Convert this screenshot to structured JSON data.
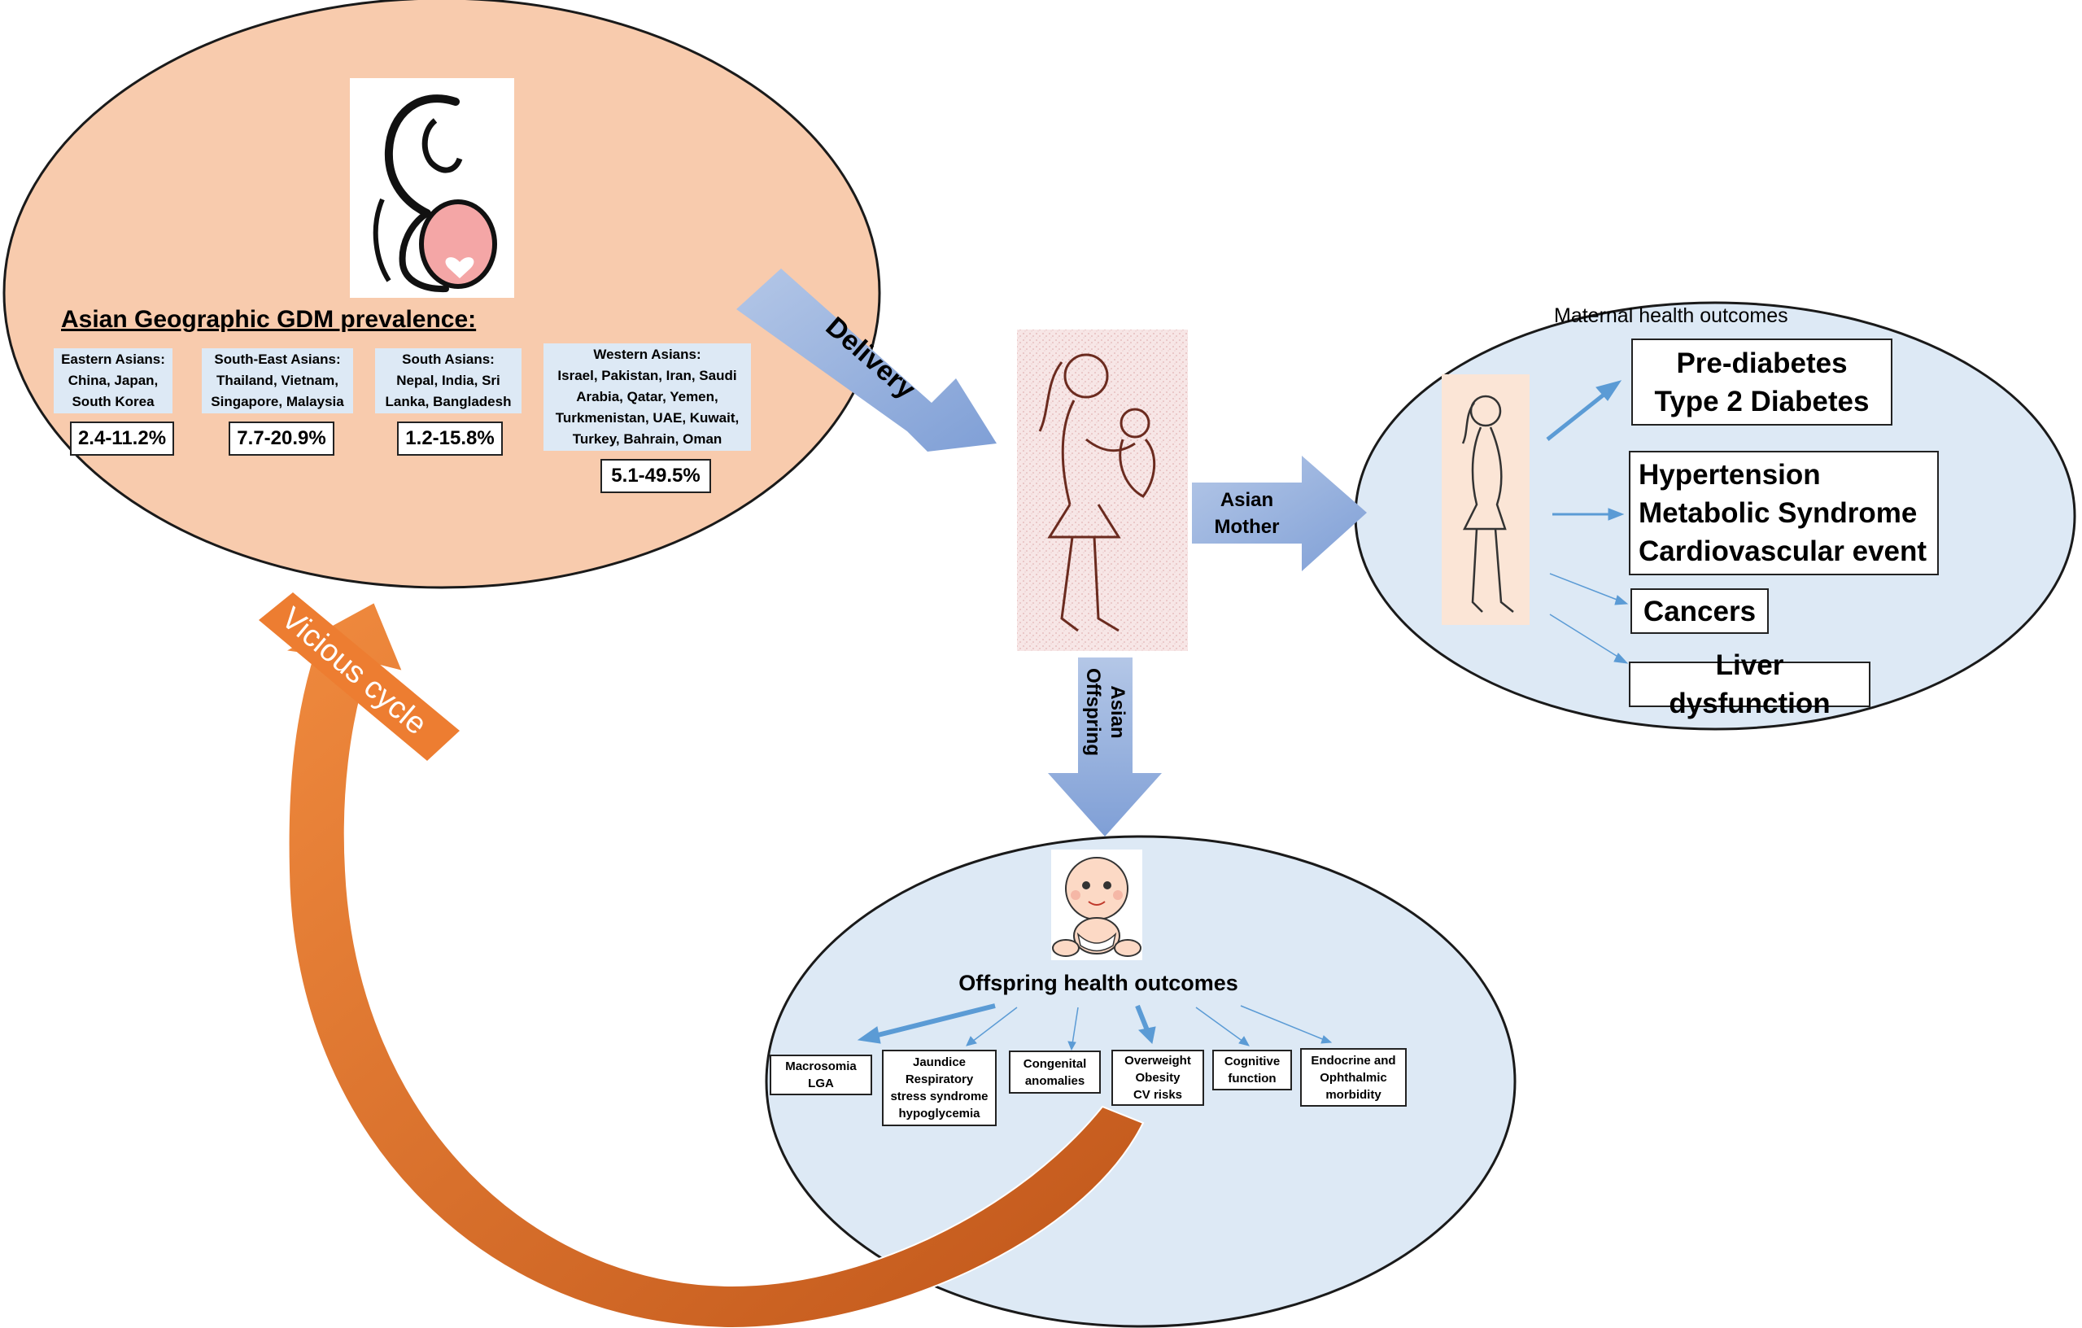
{
  "gdm_prevalence": {
    "title": "Asian Geographic GDM prevalence:",
    "regions": [
      {
        "name": "Eastern Asians:",
        "countries": "China, Japan, South Korea",
        "prevalence": "2.4-11.2%"
      },
      {
        "name": "South-East Asians:",
        "countries": "Thailand, Vietnam, Singapore, Malaysia",
        "prevalence": "7.7-20.9%"
      },
      {
        "name": "South Asians:",
        "countries": "Nepal, India, Sri Lanka, Bangladesh",
        "prevalence": "1.2-15.8%"
      },
      {
        "name": "Western Asians:",
        "countries": "Israel, Pakistan, Iran, Saudi Arabia, Qatar, Yemen, Turkmenistan, UAE, Kuwait, Turkey, Bahrain, Oman",
        "prevalence": "5.1-49.5%"
      }
    ]
  },
  "arrows": {
    "delivery": "Delivery",
    "mother": {
      "line1": "Asian",
      "line2": "Mother"
    },
    "offspring": {
      "line1": "Asian",
      "line2": "Offspring"
    },
    "cycle": "Vicious cycle"
  },
  "maternal": {
    "title": "Maternal health outcomes",
    "outcomes": [
      {
        "lines": [
          "Pre-diabetes",
          "Type 2 Diabetes"
        ]
      },
      {
        "lines": [
          "Hypertension",
          "Metabolic Syndrome",
          "Cardiovascular event"
        ]
      },
      {
        "lines": [
          "Cancers"
        ]
      },
      {
        "lines": [
          "Liver dysfunction"
        ]
      }
    ]
  },
  "offspring": {
    "title": "Offspring health outcomes",
    "outcomes": [
      {
        "lines": [
          "Macrosomia",
          "LGA"
        ]
      },
      {
        "lines": [
          "Jaundice",
          "Respiratory",
          "stress syndrome",
          "hypoglycemia"
        ]
      },
      {
        "lines": [
          "Congenital",
          "anomalies"
        ]
      },
      {
        "lines": [
          "Overweight",
          "Obesity",
          "CV risks"
        ]
      },
      {
        "lines": [
          "Cognitive",
          "function"
        ]
      },
      {
        "lines": [
          "Endocrine and",
          "Ophthalmic",
          "morbidity"
        ]
      }
    ]
  },
  "colors": {
    "gdm_ellipse": "#f8cbad",
    "outcome_ellipse": "#dde9f5",
    "blue_arrow": "#8faadc",
    "cycle_arrow": "#ed7d31",
    "pointer_arrow": "#5b9bd5"
  }
}
